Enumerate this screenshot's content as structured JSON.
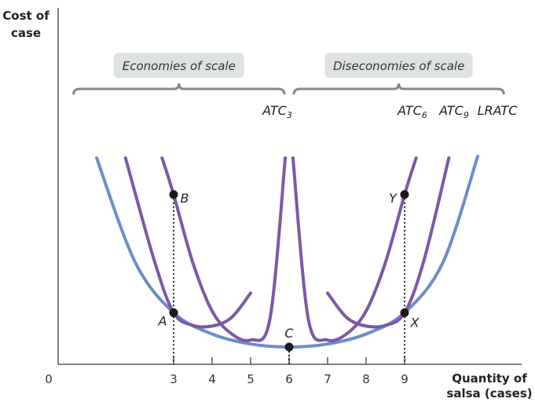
{
  "chart_data": {
    "type": "line",
    "title": "",
    "xlabel": "Quantity of salsa (cases)",
    "ylabel": "Cost of case",
    "origin_label": "0",
    "x_ticks": [
      "3",
      "4",
      "5",
      "6",
      "7",
      "8",
      "9"
    ],
    "xlim": [
      0,
      12.3
    ],
    "ylim": [
      0,
      10
    ],
    "grid": false,
    "series": [
      {
        "name": "LRATC",
        "color": "#6f8cc9",
        "x": [
          1,
          2,
          3,
          4,
          5,
          6,
          7,
          8,
          9,
          10,
          10.9
        ],
        "y": [
          6.2,
          3.07,
          1.55,
          0.91,
          0.61,
          0.52,
          0.61,
          0.91,
          1.55,
          3.07,
          6.25
        ]
      },
      {
        "name": "",
        "color": "#7b58a6",
        "x": [
          1.75,
          2.5,
          3,
          3.5,
          4,
          4.5,
          5
        ],
        "y": [
          6.2,
          3.11,
          1.55,
          1.17,
          1.15,
          1.4,
          2.14
        ]
      },
      {
        "name": "ATC3",
        "color": "#7b58a6",
        "x": [
          2.7,
          3,
          3.5,
          4,
          4.5,
          5,
          5.5,
          5.9
        ],
        "y": [
          6.2,
          5.1,
          3.05,
          1.6,
          0.92,
          0.73,
          1.35,
          6.2
        ]
      },
      {
        "name": "ATC6",
        "color": "#7b58a6",
        "x": [
          6.1,
          6.5,
          7,
          7.5,
          8,
          8.5,
          9,
          9.3
        ],
        "y": [
          6.2,
          1.35,
          0.73,
          0.92,
          1.6,
          3.05,
          5.1,
          6.2
        ]
      },
      {
        "name": "ATC9",
        "color": "#7b58a6",
        "x": [
          7,
          7.5,
          8,
          8.5,
          9,
          9.5,
          10.15
        ],
        "y": [
          2.14,
          1.4,
          1.15,
          1.17,
          1.55,
          3.11,
          6.2
        ]
      }
    ],
    "curve_labels": [
      {
        "text": "ATC",
        "sub": "3",
        "x": 6.5,
        "y": 6.3
      },
      {
        "text": "ATC",
        "sub": "6",
        "x": 9.5,
        "y": 6.3
      },
      {
        "text": "ATC",
        "sub": "9",
        "x": 10.5,
        "y": 6.3
      },
      {
        "text": "LRATC",
        "sub": "",
        "x": 11.7,
        "y": 6.3
      }
    ],
    "points": [
      {
        "label": "A",
        "x": 3,
        "y": 1.55
      },
      {
        "label": "B",
        "x": 3,
        "y": 5.1
      },
      {
        "label": "C",
        "x": 6,
        "y": 0.52
      },
      {
        "label": "X",
        "x": 9,
        "y": 1.55
      },
      {
        "label": "Y",
        "x": 9,
        "y": 5.1
      }
    ],
    "ranges": [
      {
        "label": "Economies of scale",
        "x_start": 0.4,
        "x_end": 6
      },
      {
        "label": "Diseconomies of scale",
        "x_start": 6,
        "x_end": 11.7
      }
    ]
  }
}
